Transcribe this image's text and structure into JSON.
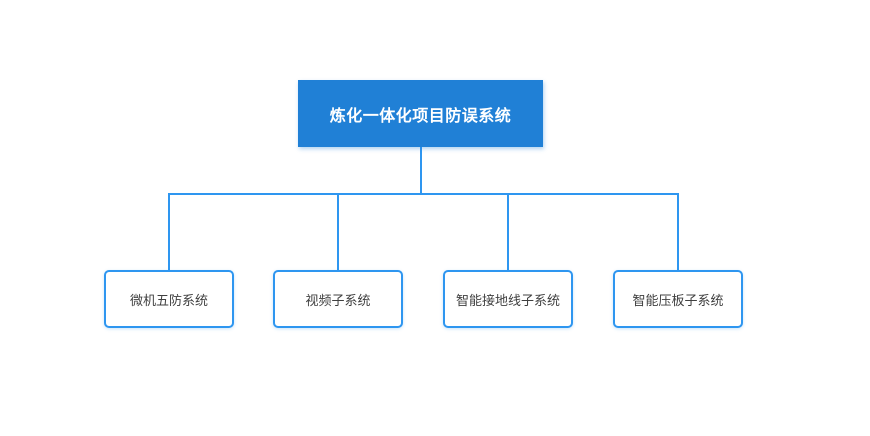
{
  "diagram": {
    "type": "org-chart",
    "root": {
      "label": "炼化一体化项目防误系统"
    },
    "children": [
      {
        "label": "微机五防系统"
      },
      {
        "label": "视频子系统"
      },
      {
        "label": "智能接地线子系统"
      },
      {
        "label": "智能压板子系统"
      }
    ]
  },
  "colors": {
    "background": "#FFFFFF",
    "root_fill": "#2080D6",
    "root_text": "#FFFFFF",
    "connector": "#2E96F0",
    "child_border": "#2E96F0",
    "child_fill": "#FFFFFF",
    "child_text": "#404040"
  }
}
